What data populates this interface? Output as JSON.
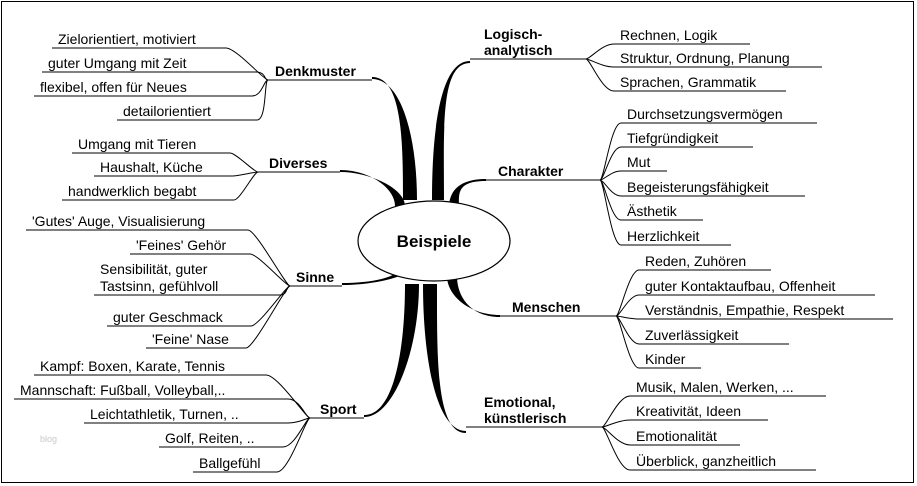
{
  "center": {
    "label": "Beispiele"
  },
  "watermark": "blog",
  "branches": [
    {
      "id": "denkmuster",
      "label": [
        "Denkmuster"
      ],
      "items": [
        [
          "Zielorientiert, motiviert"
        ],
        [
          "guter Umgang mit Zeit"
        ],
        [
          "flexibel, offen für Neues"
        ],
        [
          "detailorientiert"
        ]
      ]
    },
    {
      "id": "diverses",
      "label": [
        "Diverses"
      ],
      "items": [
        [
          "Umgang mit Tieren"
        ],
        [
          "Haushalt, Küche"
        ],
        [
          "handwerklich begabt"
        ]
      ]
    },
    {
      "id": "sinne",
      "label": [
        "Sinne"
      ],
      "items": [
        [
          "'Gutes' Auge, Visualisierung"
        ],
        [
          "'Feines' Gehör"
        ],
        [
          "Sensibilität, guter",
          "Tastsinn, gefühlvoll"
        ],
        [
          "guter Geschmack"
        ],
        [
          "'Feine' Nase"
        ]
      ]
    },
    {
      "id": "sport",
      "label": [
        "Sport"
      ],
      "items": [
        [
          "Kampf: Boxen, Karate, Tennis"
        ],
        [
          "Mannschaft: Fußball, Volleyball,.."
        ],
        [
          "Leichtathletik, Turnen, .."
        ],
        [
          "Golf, Reiten, .."
        ],
        [
          "Ballgefühl"
        ]
      ]
    },
    {
      "id": "logisch",
      "label": [
        "Logisch-",
        "analytisch"
      ],
      "items": [
        [
          "Rechnen, Logik"
        ],
        [
          "Struktur, Ordnung, Planung"
        ],
        [
          "Sprachen, Grammatik"
        ]
      ]
    },
    {
      "id": "charakter",
      "label": [
        "Charakter"
      ],
      "items": [
        [
          "Durchsetzungsvermögen"
        ],
        [
          "Tiefgründigkeit"
        ],
        [
          "Mut"
        ],
        [
          "Begeisterungsfähigkeit"
        ],
        [
          "Ästhetik"
        ],
        [
          "Herzlichkeit"
        ]
      ]
    },
    {
      "id": "menschen",
      "label": [
        "Menschen"
      ],
      "items": [
        [
          "Reden, Zuhören"
        ],
        [
          "guter Kontaktaufbau, Offenheit"
        ],
        [
          "Verständnis, Empathie, Respekt"
        ],
        [
          "Zuverlässigkeit"
        ],
        [
          "Kinder"
        ]
      ]
    },
    {
      "id": "emotional",
      "label": [
        "Emotional,",
        "künstlerisch"
      ],
      "items": [
        [
          "Musik, Malen, Werken, ..."
        ],
        [
          "Kreativität, Ideen"
        ],
        [
          "Emotionalität"
        ],
        [
          "Überblick, ganzheitlich"
        ]
      ]
    }
  ]
}
